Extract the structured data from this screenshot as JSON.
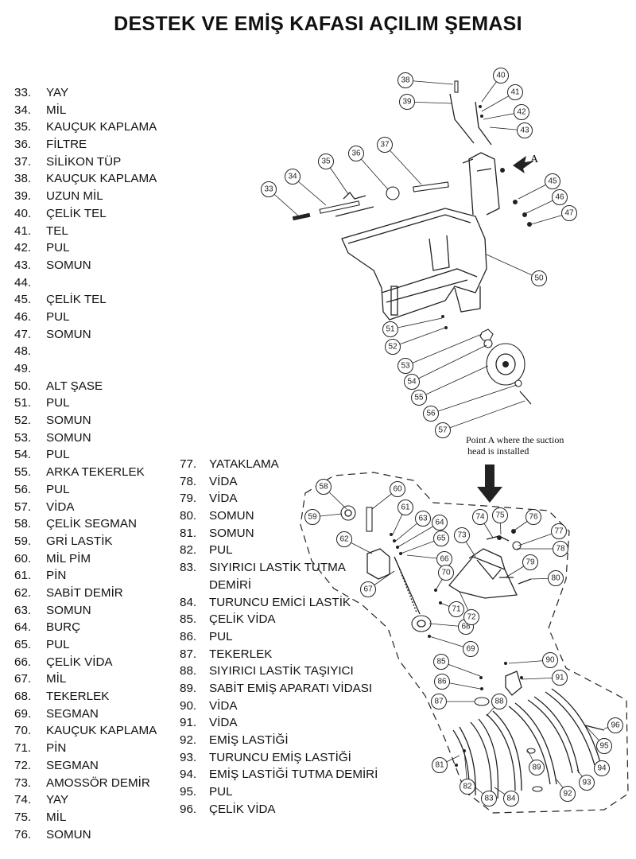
{
  "title": "DESTEK VE EMİŞ KAFASI AÇILIM ŞEMASI",
  "parts_col1": [
    {
      "num": "33.",
      "name": "YAY"
    },
    {
      "num": "34.",
      "name": "MİL"
    },
    {
      "num": "35.",
      "name": "KAUÇUK KAPLAMA"
    },
    {
      "num": "36.",
      "name": "FİLTRE"
    },
    {
      "num": "37.",
      "name": "SİLİKON TÜP"
    },
    {
      "num": "38.",
      "name": "KAUÇUK KAPLAMA"
    },
    {
      "num": "39.",
      "name": "UZUN MİL"
    },
    {
      "num": "40.",
      "name": "ÇELİK TEL"
    },
    {
      "num": "41.",
      "name": "TEL"
    },
    {
      "num": "42.",
      "name": "PUL"
    },
    {
      "num": "43.",
      "name": "SOMUN"
    },
    {
      "num": "44.",
      "name": ""
    },
    {
      "num": "45.",
      "name": "ÇELİK TEL"
    },
    {
      "num": "46.",
      "name": "PUL"
    },
    {
      "num": "47.",
      "name": "SOMUN"
    },
    {
      "num": "48.",
      "name": ""
    },
    {
      "num": "49.",
      "name": ""
    },
    {
      "num": "50.",
      "name": "ALT ŞASE"
    },
    {
      "num": "51.",
      "name": "PUL"
    },
    {
      "num": "52.",
      "name": "SOMUN"
    },
    {
      "num": "53.",
      "name": "SOMUN"
    },
    {
      "num": "54.",
      "name": "PUL"
    },
    {
      "num": "55.",
      "name": "ARKA TEKERLEK"
    },
    {
      "num": "56.",
      "name": "PUL"
    },
    {
      "num": "57.",
      "name": "VİDA"
    },
    {
      "num": "58.",
      "name": "ÇELİK SEGMAN"
    },
    {
      "num": "59.",
      "name": "GRİ LASTİK"
    },
    {
      "num": "60.",
      "name": "MİL PİM"
    },
    {
      "num": "61.",
      "name": "PİN"
    },
    {
      "num": "62.",
      "name": "SABİT DEMİR"
    },
    {
      "num": "63.",
      "name": "SOMUN"
    },
    {
      "num": "64.",
      "name": "BURÇ"
    },
    {
      "num": "65.",
      "name": "PUL"
    },
    {
      "num": "66.",
      "name": "ÇELİK VİDA"
    },
    {
      "num": "67.",
      "name": "MİL"
    },
    {
      "num": "68.",
      "name": "TEKERLEK"
    },
    {
      "num": "69.",
      "name": "SEGMAN"
    },
    {
      "num": "70.",
      "name": "KAUÇUK KAPLAMA"
    },
    {
      "num": "71.",
      "name": "PİN"
    },
    {
      "num": "72.",
      "name": "SEGMAN"
    },
    {
      "num": "73.",
      "name": "AMOSSÖR DEMİR"
    },
    {
      "num": "74.",
      "name": "YAY"
    },
    {
      "num": "75.",
      "name": "MİL"
    },
    {
      "num": "76.",
      "name": "SOMUN"
    }
  ],
  "parts_col2": [
    {
      "num": "77.",
      "name": "YATAKLAMA"
    },
    {
      "num": "78.",
      "name": "VİDA"
    },
    {
      "num": "79.",
      "name": "VİDA"
    },
    {
      "num": "80.",
      "name": "SOMUN"
    },
    {
      "num": "81.",
      "name": "SOMUN"
    },
    {
      "num": "82.",
      "name": "PUL"
    },
    {
      "num": "83.",
      "name": "SIYIRICI LASTİK TUTMA DEMİRİ"
    },
    {
      "num": "84.",
      "name": "TURUNCU EMİCİ LASTİK"
    },
    {
      "num": "85.",
      "name": "ÇELİK VİDA"
    },
    {
      "num": "86.",
      "name": "PUL"
    },
    {
      "num": "87.",
      "name": "TEKERLEK"
    },
    {
      "num": "88.",
      "name": "SIYIRICI LASTİK TAŞIYICI"
    },
    {
      "num": "89.",
      "name": "SABİT EMİŞ APARATI VİDASI"
    },
    {
      "num": "90.",
      "name": "VİDA"
    },
    {
      "num": "91.",
      "name": "VİDA"
    },
    {
      "num": "92.",
      "name": "EMİŞ LASTİĞİ"
    },
    {
      "num": "93.",
      "name": "TURUNCU EMİŞ LASTİĞİ"
    },
    {
      "num": "94.",
      "name": "EMİŞ LASTİĞİ TUTMA DEMİRİ"
    },
    {
      "num": "95.",
      "name": "PUL"
    },
    {
      "num": "96.",
      "name": "ÇELİK VİDA"
    }
  ],
  "diagram": {
    "point_a_label": "A",
    "annotation_line1": "Point A where the suction",
    "annotation_line2": "head is installed",
    "callouts_upper": [
      "33",
      "34",
      "35",
      "36",
      "37",
      "38",
      "39",
      "40",
      "41",
      "42",
      "43",
      "45",
      "46",
      "47",
      "50",
      "51",
      "52",
      "53",
      "54",
      "55",
      "56",
      "57"
    ],
    "callouts_lower": [
      "58",
      "59",
      "60",
      "61",
      "62",
      "63",
      "64",
      "65",
      "66",
      "67",
      "68",
      "69",
      "70",
      "71",
      "72",
      "73",
      "74",
      "75",
      "76",
      "77",
      "78",
      "79",
      "80",
      "81",
      "82",
      "83",
      "84",
      "85",
      "86",
      "87",
      "88",
      "89",
      "90",
      "91",
      "92",
      "93",
      "94",
      "95",
      "96"
    ]
  }
}
